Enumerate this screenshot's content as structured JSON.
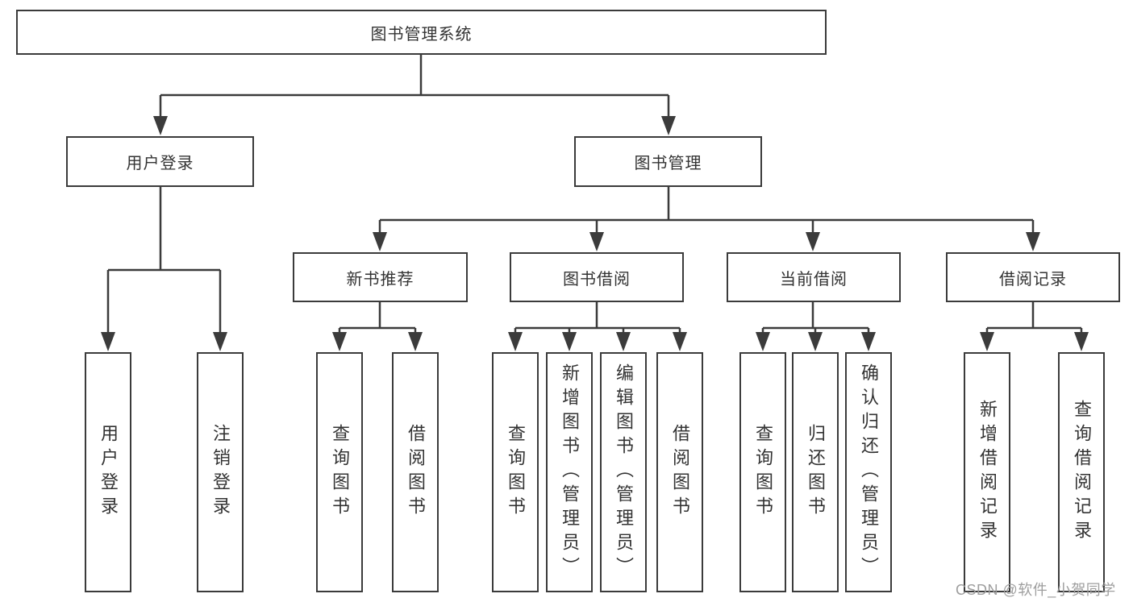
{
  "tree": {
    "root": "图书管理系统",
    "children": [
      {
        "label": "用户登录",
        "children": [
          "用户登录",
          "注销登录"
        ]
      },
      {
        "label": "图书管理",
        "children": [
          {
            "label": "新书推荐",
            "children": [
              "查询图书",
              "借阅图书"
            ]
          },
          {
            "label": "图书借阅",
            "children": [
              "查询图书",
              "新增图书（管理员）",
              "编辑图书（管理员）",
              "借阅图书"
            ]
          },
          {
            "label": "当前借阅",
            "children": [
              "查询图书",
              "归还图书",
              "确认归还（管理员）"
            ]
          },
          {
            "label": "借阅记录",
            "children": [
              "新增借阅记录",
              "查询借阅记录"
            ]
          }
        ]
      }
    ]
  },
  "watermark": {
    "text": "CSDN @软件_小贺同学"
  },
  "colors": {
    "line": "#3b3b3b",
    "text": "#333333",
    "background": "#ffffff",
    "watermark": "#9e9e9e"
  }
}
